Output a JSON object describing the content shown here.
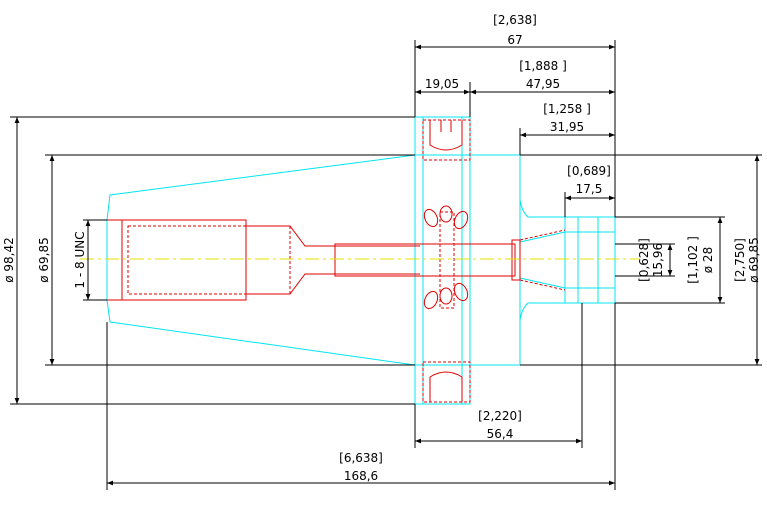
{
  "dimensions": {
    "overall_length_in": "[2,638]",
    "overall_length_mm": "67",
    "flange_width_mm": "19,05",
    "length_a_in": "[1,888 ]",
    "length_a_mm": "47,95",
    "length_b_in": "[1,258 ]",
    "length_b_mm": "31,95",
    "nut_length_in": "[0,689]",
    "nut_length_mm": "17,5",
    "bore_in": "[0,628]",
    "bore_mm": "15,96",
    "nut_dia_in": "[1,102 ]",
    "nut_dia_mm": "ø 28",
    "body_dia_in": "[2,750]",
    "body_dia_mm": "ø 69,85",
    "flange_dia_mm": "ø 98,42",
    "taper_dia_mm": "ø 69,85",
    "thread_label": "1 - 8 UNC",
    "gauge_length_in": "[2,220]",
    "gauge_length_mm": "56,4",
    "total_length_in": "[6,638]",
    "total_length_mm": "168,6"
  },
  "colors": {
    "dimension": "#000000",
    "body_outline": "#00e5f0",
    "hidden_features": "#e00000",
    "centerline": "#e8e000"
  }
}
